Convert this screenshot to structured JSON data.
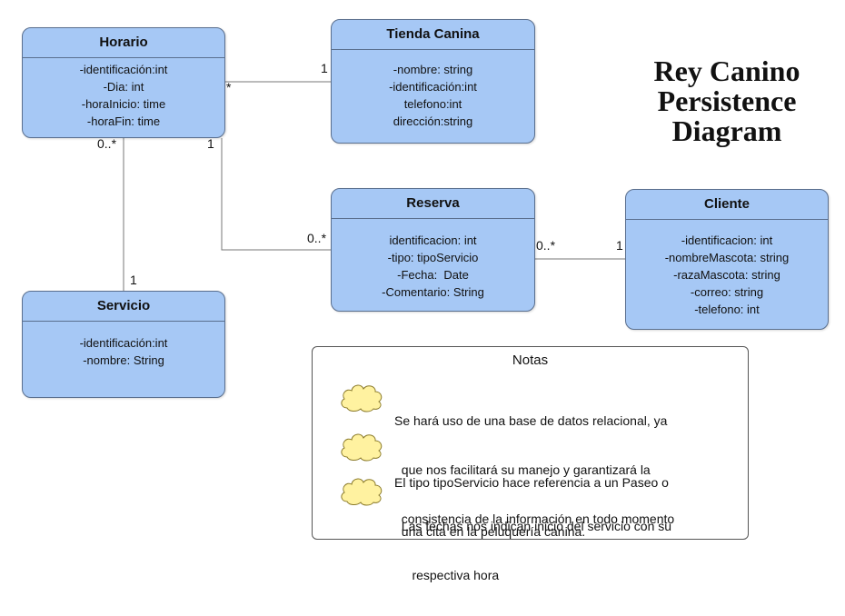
{
  "title": [
    "Rey Canino",
    "Persistence",
    "Diagram"
  ],
  "classes": {
    "horario": {
      "name": "Horario",
      "attributes": [
        "-identificación:int",
        "-Dia: int",
        "-horaInicio: time",
        "-horaFin: time"
      ]
    },
    "tienda": {
      "name": "Tienda Canina",
      "attributes": [
        "-nombre: string",
        "-identificación:int",
        "telefono:int",
        "dirección:string"
      ]
    },
    "reserva": {
      "name": "Reserva",
      "attributes": [
        "identificacion: int",
        "-tipo: tipoServicio",
        "-Fecha:  Date",
        "-Comentario: String"
      ]
    },
    "cliente": {
      "name": "Cliente",
      "attributes": [
        "-identificacion: int",
        "-nombreMascota: string",
        "-razaMascota: string",
        "-correo: string",
        "-telefono: int"
      ]
    },
    "servicio": {
      "name": "Servicio",
      "attributes": [
        "-identificación:int",
        "-nombre: String"
      ]
    }
  },
  "multiplicities": {
    "horario_tienda_horario": "*",
    "horario_tienda_tienda": "1",
    "horario_servicio_horario": "0..*",
    "horario_servicio_servicio": "1",
    "horario_reserva_horario": "1",
    "horario_reserva_reserva": "0..*",
    "reserva_cliente_reserva": "0..*",
    "reserva_cliente_cliente": "1"
  },
  "notes": {
    "header": "Notas",
    "items": [
      {
        "lines": [
          "Se hará uso de una base de datos relacional, ya",
          "  que nos facilitará su manejo y garantizará la",
          "  consistencia de la información en todo momento"
        ]
      },
      {
        "lines": [
          "El tipo tipoServicio hace referencia a un Paseo o",
          "  una cita en la peluquería canina."
        ]
      },
      {
        "lines": [
          "  Las fechas nos indican inicio del servicio con su",
          "     respectiva hora"
        ]
      }
    ]
  },
  "colors": {
    "class_fill": "#a6c8f5",
    "class_border": "#5a6f8e",
    "cloud_fill": "#fff2a0"
  }
}
